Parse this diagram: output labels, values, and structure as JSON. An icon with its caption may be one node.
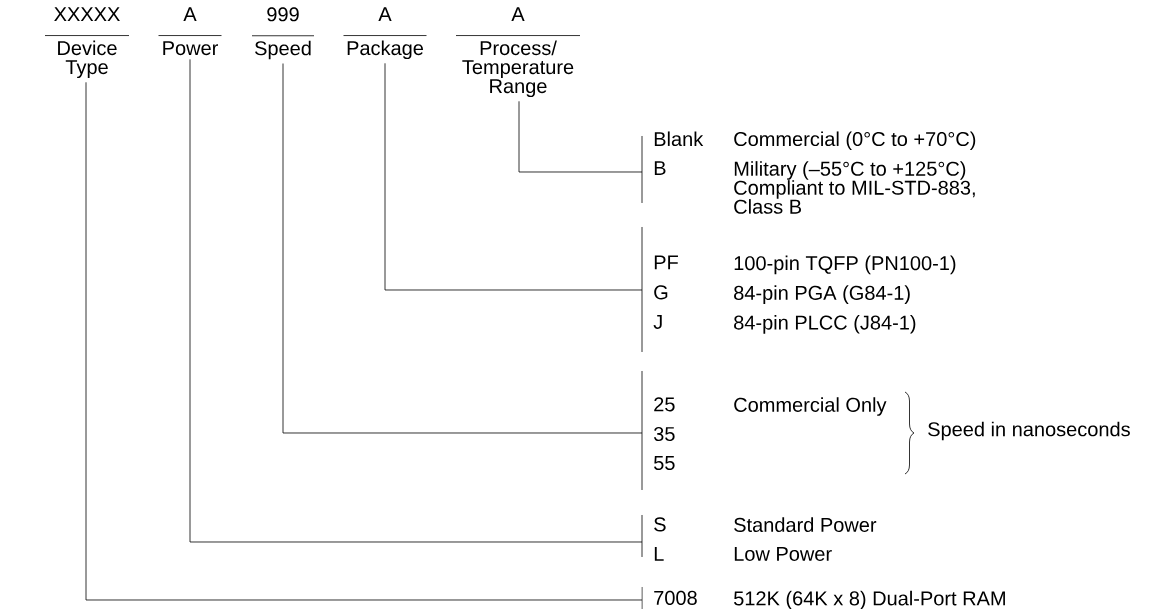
{
  "diagram": {
    "nodes": [
      {
        "text": [
          "XXXXX",
          "Device Type"
        ]
      },
      {
        "text": [
          "A",
          "Power"
        ]
      },
      {
        "text": [
          "999",
          "Speed"
        ]
      },
      {
        "text": [
          "A",
          "Package"
        ]
      },
      {
        "text": [
          "A",
          "Process/ Temperature Range"
        ]
      },
      {
        "text": [
          "Blank",
          "Commercial (0°C to +70°C)",
          "B",
          "Military (–55°C to +125°C) Compliant to MIL-STD-883, Class B"
        ]
      },
      {
        "text": [
          "PF",
          "100-pin TQFP (PN100-1)",
          "G",
          "84-pin PGA (G84-1)",
          "J",
          "84-pin PLCC (J84-1)"
        ]
      },
      {
        "text": [
          "25",
          "Commercial Only",
          "35",
          "55"
        ]
      },
      {
        "text": [
          "S",
          "Standard Power",
          "L",
          "Low Power"
        ]
      },
      {
        "text": [
          "7008",
          "512K (64K x 8) Dual-Port RAM"
        ]
      }
    ],
    "edges": [
      {
        "from": 4,
        "to": 5,
        "arrow": "none"
      },
      {
        "from": 3,
        "to": 6,
        "arrow": "none"
      },
      {
        "from": 2,
        "to": 7,
        "arrow": "none"
      },
      {
        "from": 1,
        "to": 8,
        "arrow": "none"
      },
      {
        "from": 0,
        "to": 9,
        "arrow": "none"
      }
    ],
    "labels": [
      "Speed in nanoseconds"
    ]
  }
}
